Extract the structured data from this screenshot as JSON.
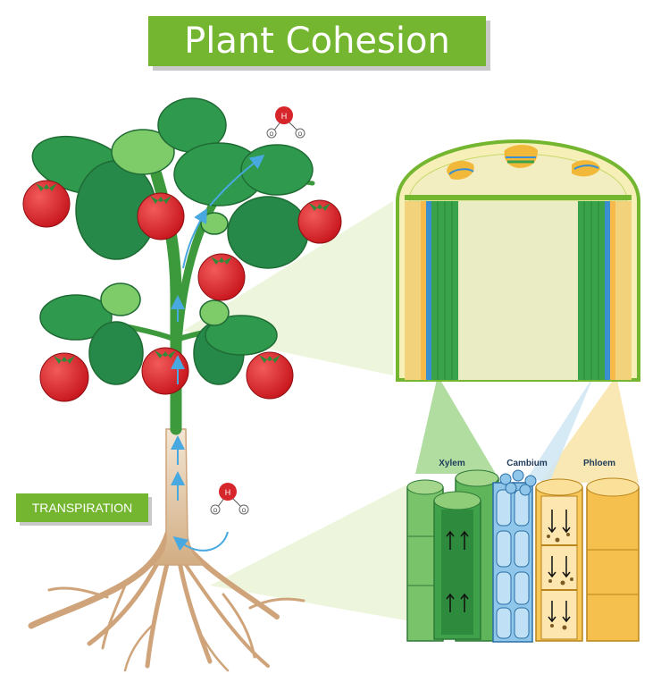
{
  "title": "Plant Cohesion",
  "transpiration_label": "TRANSPIRATION",
  "tissues": {
    "xylem": "Xylem",
    "cambium": "Cambium",
    "phloem": "Phloem"
  },
  "water_molecule": {
    "atom_h": "H",
    "atom_o": "O"
  },
  "colors": {
    "title_bg": "#74b62f",
    "xylem": "#3aa24a",
    "cambium": "#3a8fd0",
    "phloem": "#f2b83a",
    "tomato": "#d9232a",
    "leaf": "#2f9a4e",
    "root": "#d6b48e",
    "arrow": "#48a8e0"
  }
}
